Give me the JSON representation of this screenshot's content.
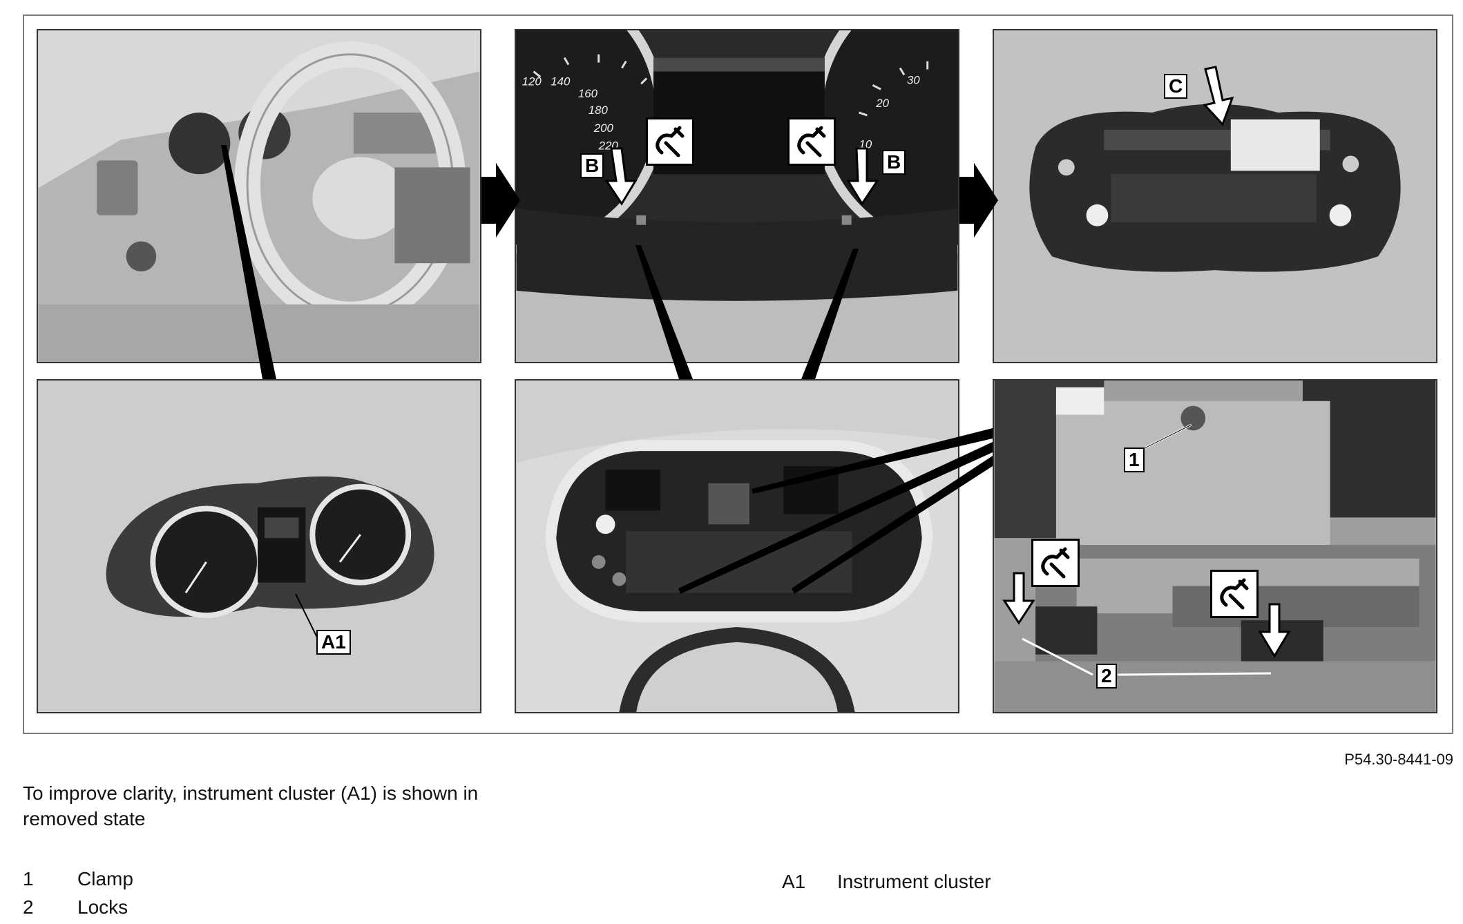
{
  "figure": {
    "callouts": {
      "a1": "A1",
      "b_left": "B",
      "b_right": "B",
      "c": "C",
      "num_1": "1",
      "num_2": "2"
    },
    "gauge_numbers": [
      "120",
      "140",
      "160",
      "180",
      "200",
      "220",
      "30",
      "20",
      "10"
    ],
    "icons": [
      "wrench-screwdriver-icon"
    ],
    "reference": "P54.30-8441-09"
  },
  "note": "To improve clarity, instrument cluster (A1) is shown in removed state",
  "legend": [
    {
      "key": "1",
      "label": "Clamp"
    },
    {
      "key": "2",
      "label": "Locks"
    },
    {
      "key": "A1",
      "label": "Instrument cluster"
    }
  ]
}
